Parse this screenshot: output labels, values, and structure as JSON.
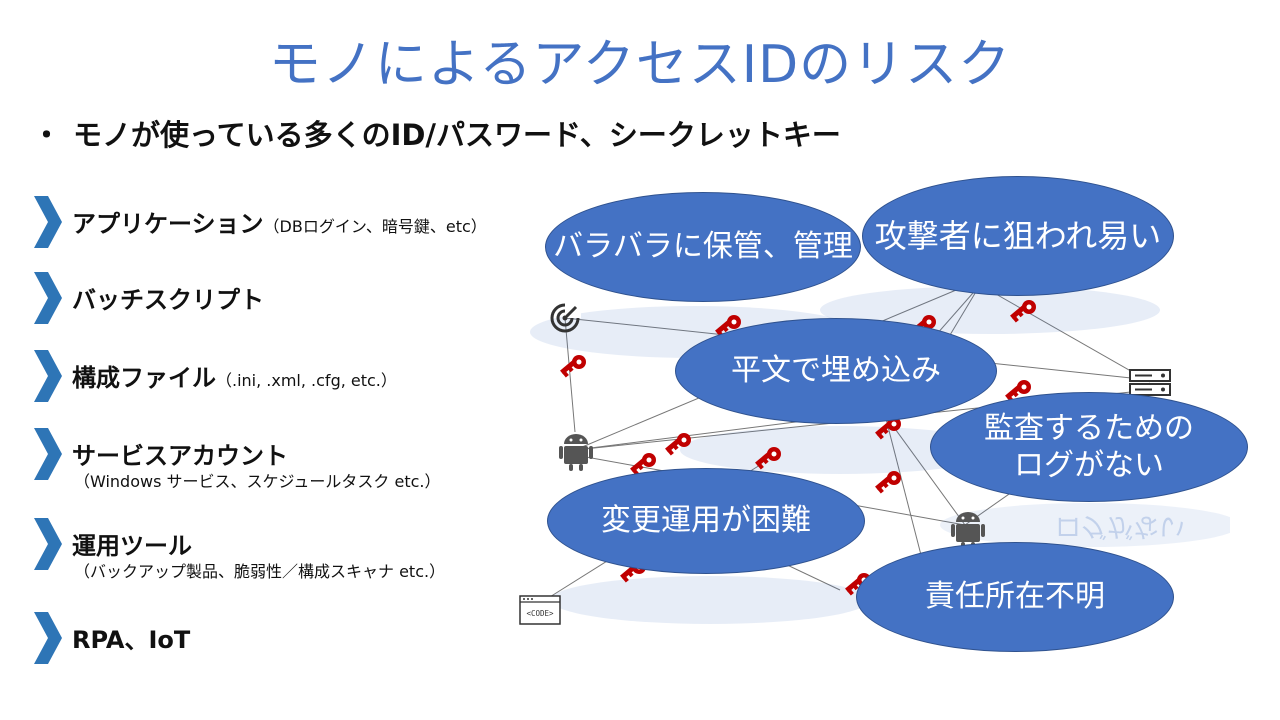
{
  "slide": {
    "title": "モノによるアクセスIDのリスク",
    "bullet": {
      "dot": "・",
      "text": "モノが使っている多くのID/パスワード、シークレットキー"
    }
  },
  "items": [
    {
      "main": "アプリケーション",
      "note": "（DBログイン、暗号鍵、etc）"
    },
    {
      "main": "バッチスクリプト",
      "note": ""
    },
    {
      "main": "構成ファイル",
      "note": "（.ini, .xml, .cfg, etc.）"
    },
    {
      "main": "サービスアカウント",
      "sub": "（Windows サービス、スケジュールタスク etc.）"
    },
    {
      "main": "運用ツール",
      "sub": "（バックアップ製品、脆弱性／構成スキャナ etc.）"
    },
    {
      "main": "RPA、IoT",
      "note": ""
    }
  ],
  "risks": {
    "scattered": "バラバラに保管、管理",
    "targeted": "攻撃者に狙われ易い",
    "plaintext": "平文で埋め込み",
    "no_audit_line1": "監査するための",
    "no_audit_line2": "ログがない",
    "hard_change": "変更運用が困難",
    "unclear_owner": "責任所在不明"
  },
  "icons": {
    "code_label": "<CODE>"
  },
  "colors": {
    "accent": "#4472C4",
    "key": "#C00000",
    "chevron": "#2E75B6"
  }
}
